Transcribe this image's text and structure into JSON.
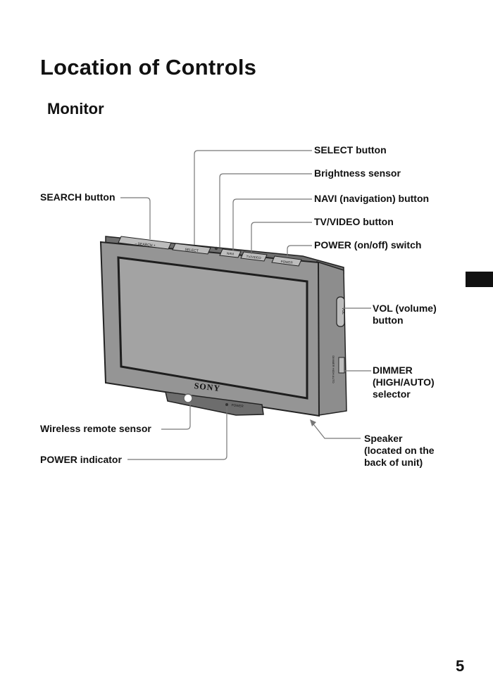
{
  "page": {
    "title": "Location of Controls",
    "section": "Monitor",
    "page_number": "5"
  },
  "callouts": {
    "select": "SELECT button",
    "brightness": "Brightness sensor",
    "search": "SEARCH button",
    "navi": "NAVI (navigation) button",
    "tv_video": "TV/VIDEO button",
    "power_switch": "POWER (on/off) switch",
    "vol_1": "VOL (volume)",
    "vol_2": "button",
    "dimmer_1": "DIMMER",
    "dimmer_2": "(HIGH/AUTO)",
    "dimmer_3": "selector",
    "speaker_1": "Speaker",
    "speaker_2": "(located on the",
    "speaker_3": "back of unit)",
    "wireless": "Wireless remote sensor",
    "power_indicator": "POWER indicator"
  },
  "device": {
    "brand": "SONY",
    "key_search": "– SEARCH +",
    "key_select": "SELECT",
    "key_navi": "NAVI",
    "key_tv_video": "TV/VIDEO",
    "key_power": "POWER",
    "led_label": "POWER",
    "side_vol": "VOL",
    "side_dimmer": "DIMMER HIGH AUTO"
  },
  "colors": {
    "device_body": "#8f8f8f",
    "screen": "#a3a3a3",
    "leader_line": "#777777",
    "side_tab": "#111111"
  }
}
